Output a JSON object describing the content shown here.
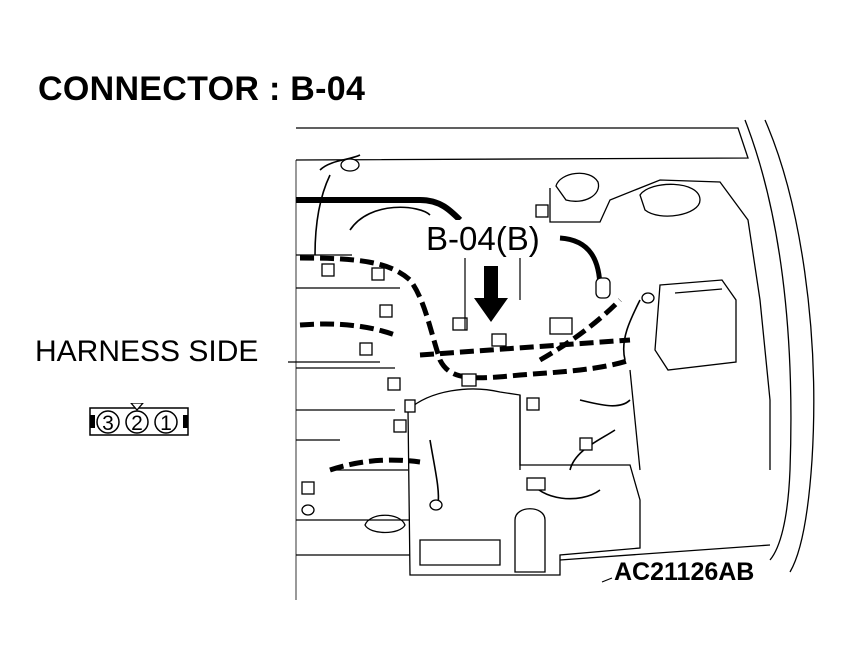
{
  "title": "CONNECTOR : B-04",
  "harness_label": "HARNESS SIDE",
  "callout_label": "B-04(B)",
  "figure_code": "AC21126AB",
  "connector_pins": [
    "3",
    "2",
    "1"
  ]
}
